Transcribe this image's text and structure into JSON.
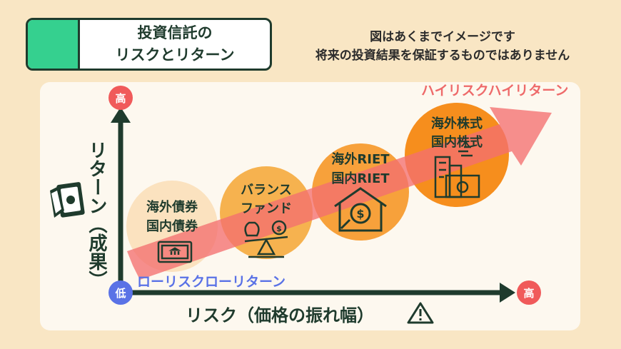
{
  "title": {
    "line1": "投資信託の",
    "line2": "リスクとリターン"
  },
  "notes": {
    "line1": "図はあくまでイメージです",
    "line2": "将来の投資結果を保証するものではありません"
  },
  "axes": {
    "y_label": "リターン（成果）",
    "x_label": "リスク（価格の振れ幅）",
    "y_high": "高",
    "x_high": "高",
    "origin": "低"
  },
  "arrow": {
    "high_label": "ハイリスクハイリターン",
    "low_label": "ローリスクローリターン"
  },
  "categories": [
    {
      "line1": "海外債券",
      "line2": "国内債券",
      "icon": "bank-bill-icon"
    },
    {
      "line1": "バランス",
      "line2": "ファンド",
      "icon": "balance-scale-icon"
    },
    {
      "line1": "海外RIET",
      "line2": "国内RIET",
      "icon": "house-dollar-icon"
    },
    {
      "line1": "海外株式",
      "line2": "国内株式",
      "icon": "buildings-icon"
    }
  ],
  "colors": {
    "background": "#f9e6c4",
    "accent_green": "#35d08f",
    "dark_green": "#1f3b2d",
    "red_badge": "#f05a5a",
    "blue_badge": "#5a72e6",
    "high_label": "#ee6a6a",
    "low_label": "#5a72e6",
    "arrow": "#f47070"
  }
}
